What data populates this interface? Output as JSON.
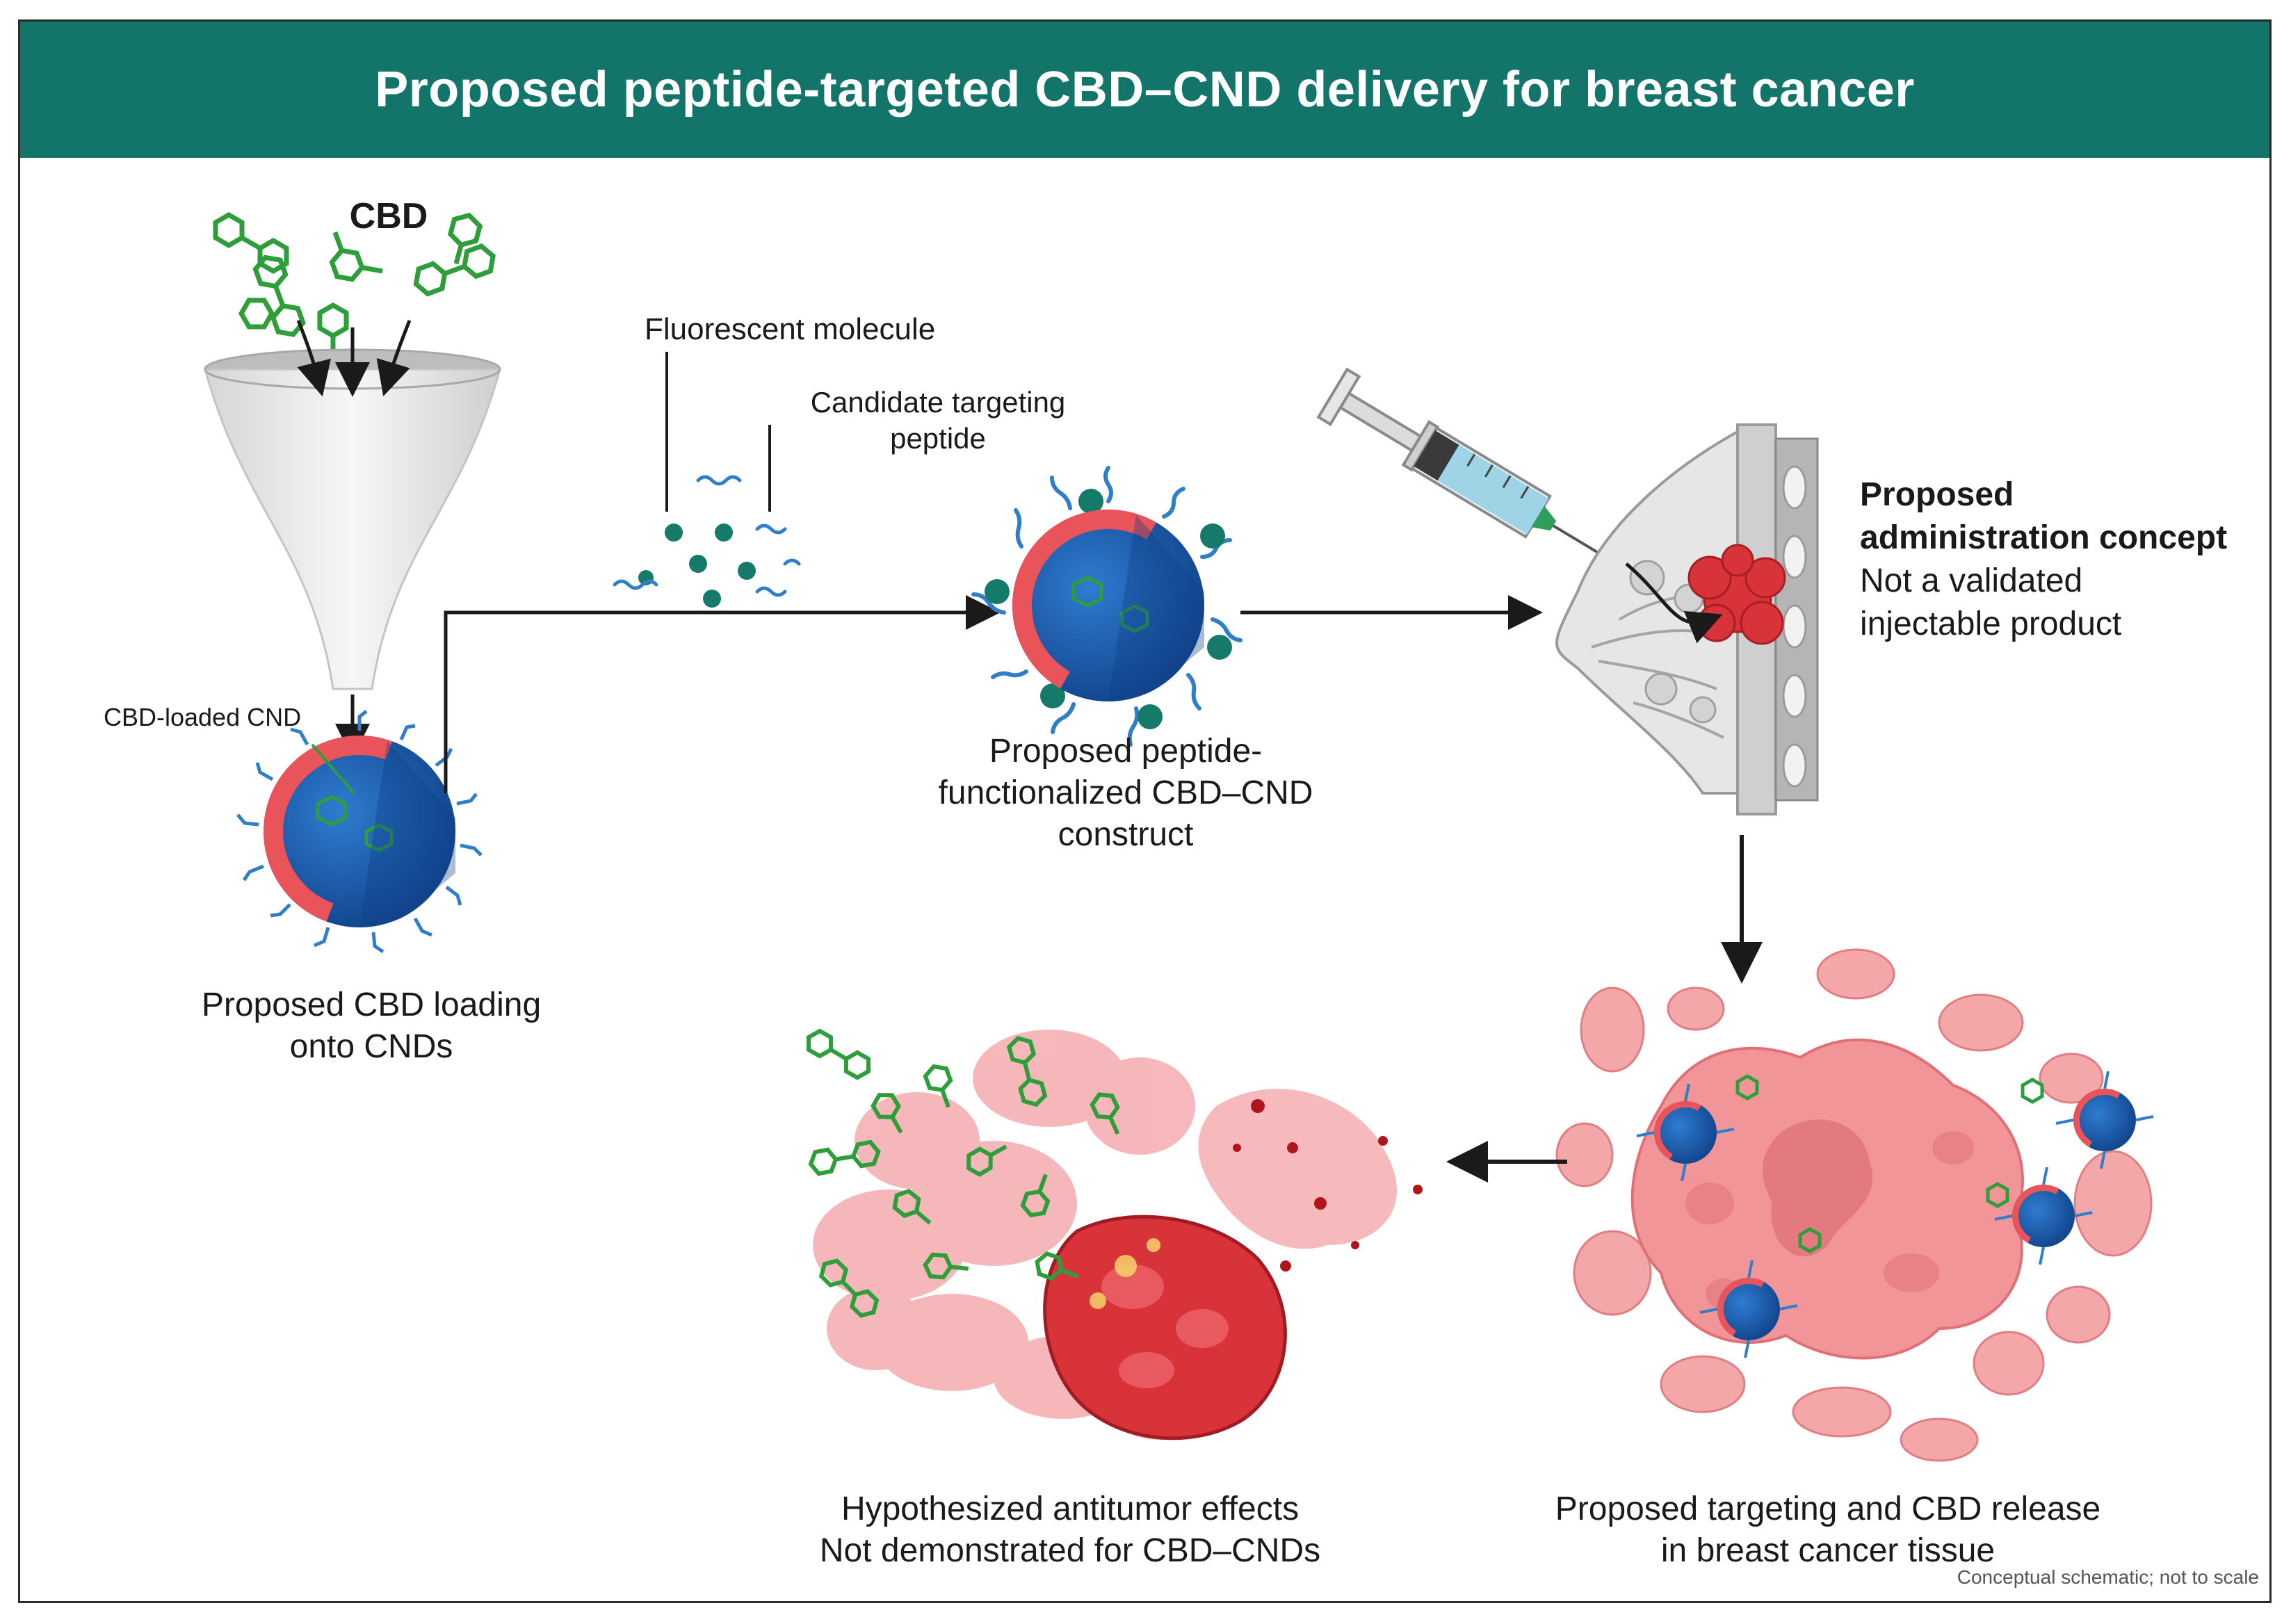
{
  "title": "Proposed peptide-targeted CBD–CND delivery for breast cancer",
  "labels": {
    "cbd": "CBD",
    "cbd_loaded_cnd": "CBD-loaded CND",
    "fluorescent_molecule": "Fluorescent molecule",
    "targeting_peptide_line1": "Candidate targeting",
    "targeting_peptide_line2": "peptide",
    "loading_line1": "Proposed CBD loading",
    "loading_line2": "onto CNDs",
    "construct_line1": "Proposed peptide-",
    "construct_line2": "functionalized CBD–CND",
    "construct_line3": "construct",
    "admin_line1": "Proposed",
    "admin_line2": "administration concept",
    "admin_line3": "Not a validated",
    "admin_line4": "injectable product",
    "targeting_line1": "Proposed targeting and CBD release",
    "targeting_line2": "in breast cancer tissue",
    "effects_line1": "Hypothesized antitumor effects",
    "effects_line2": "Not demonstrated for CBD–CNDs",
    "footnote": "Conceptual schematic; not to scale"
  },
  "colors": {
    "banner": "#13756a",
    "cbd_molecule": "#2e9e3a",
    "nanodot_blue": "#1f5fae",
    "nanodot_red": "#e8545a",
    "peptide_blue": "#2f7fc8",
    "fluorophore_teal": "#167a6b",
    "tumor_red": "#d9333a",
    "tissue_pink": "#f2a2a4"
  }
}
